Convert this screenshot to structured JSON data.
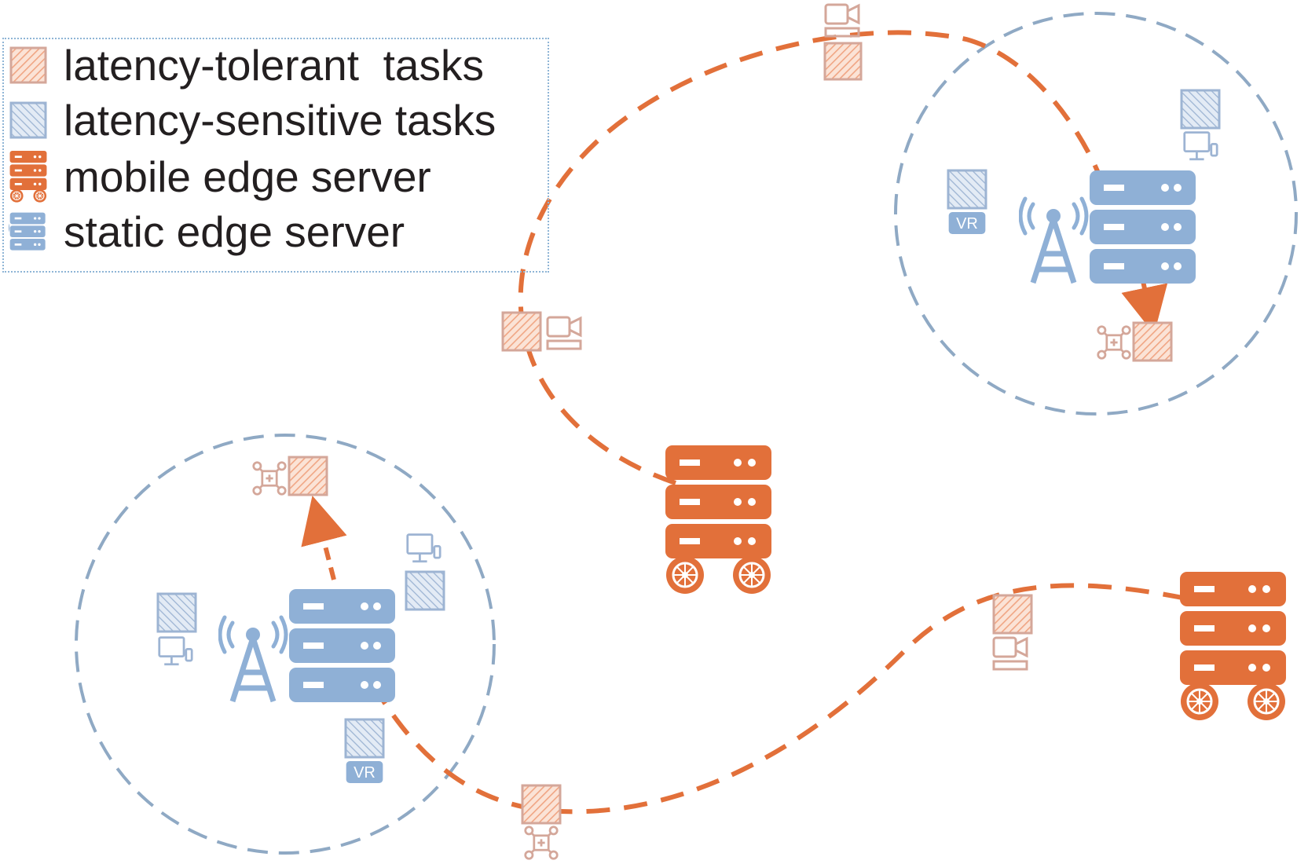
{
  "legend": {
    "items": [
      {
        "label": "latency-tolerant  tasks",
        "icon": "latency-tolerant-task-icon",
        "color": "#e8a183"
      },
      {
        "label": "latency-sensitive tasks",
        "icon": "latency-sensitive-task-icon",
        "color": "#8fa9cf"
      },
      {
        "label": "mobile edge server",
        "icon": "mobile-edge-server-icon",
        "color": "#e2703a"
      },
      {
        "label": "static edge server",
        "icon": "static-edge-server-icon",
        "color": "#8fb0d6"
      }
    ]
  },
  "device_labels": {
    "vr_left": "VR",
    "vr_right": "VR"
  },
  "colors": {
    "orange": "#e2703a",
    "blue": "#8fb0d6",
    "dashed_circle": "#8fa9c4",
    "task_tolerant": "#e8a183",
    "task_sensitive": "#8fa9cf",
    "device_outline": "#d4a79a"
  }
}
